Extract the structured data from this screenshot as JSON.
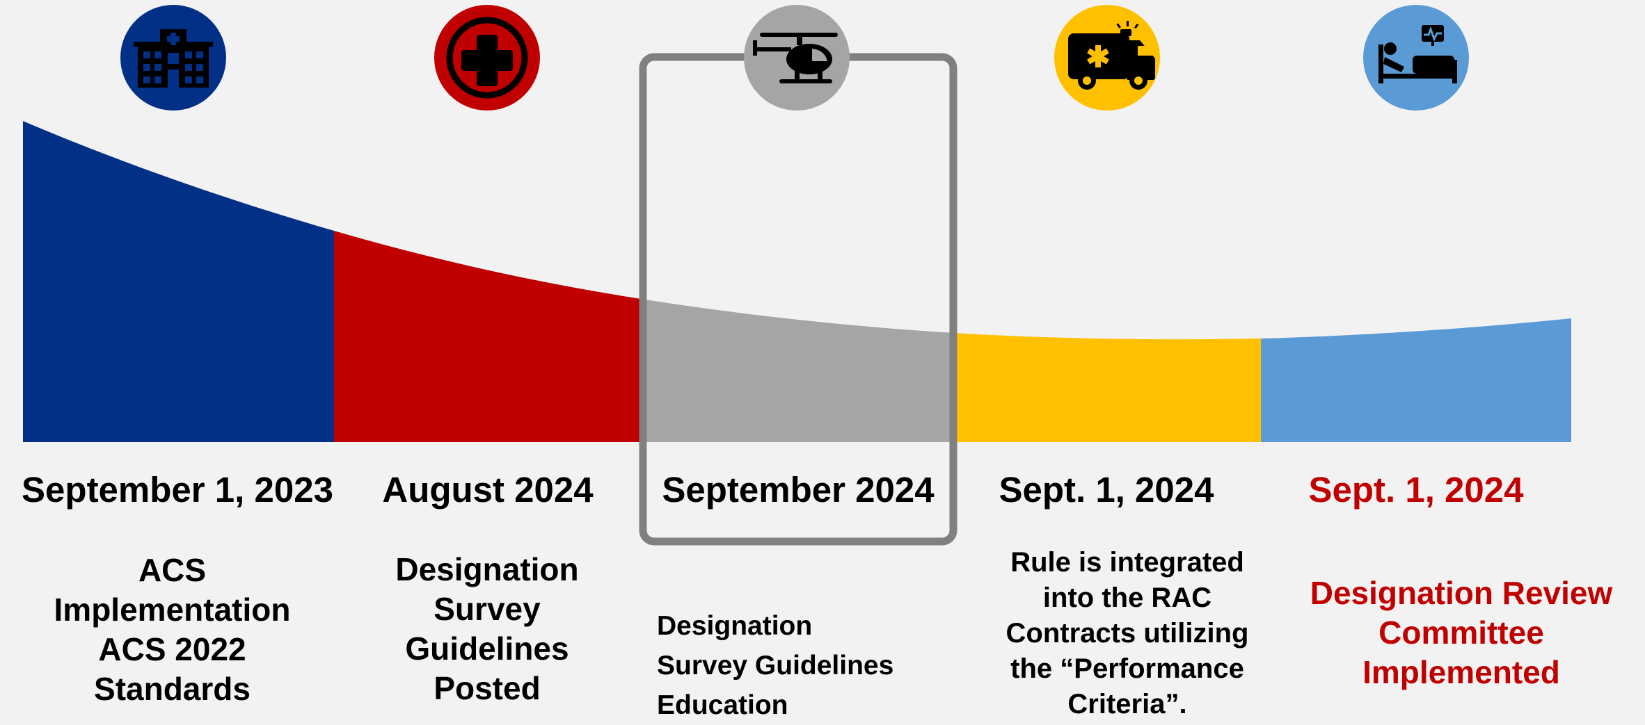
{
  "colors": {
    "background": "#f2f2f2",
    "blue": "#033087",
    "red": "#c00000",
    "gray": "#a5a5a5",
    "yellow": "#ffc000",
    "light_blue": "#5b9bd5",
    "highlight_frame": "#808080",
    "red_text": "#c00000"
  },
  "milestones": [
    {
      "icon": "hospital-building-icon",
      "date": "September 1, 2023",
      "description": [
        "ACS",
        "Implementation",
        "ACS 2022",
        "Standards"
      ]
    },
    {
      "icon": "medical-cross-icon",
      "date": "August 2024",
      "description": [
        "Designation",
        "Survey",
        "Guidelines",
        "Posted"
      ]
    },
    {
      "icon": "helicopter-icon",
      "date": "September 2024",
      "description": [
        "Designation",
        "Survey Guidelines",
        "Education"
      ],
      "highlighted": true
    },
    {
      "icon": "ambulance-icon",
      "date": "Sept. 1, 2024",
      "description": [
        "Rule is integrated",
        "into the RAC",
        "Contracts utilizing",
        "the “Performance",
        "Criteria”."
      ]
    },
    {
      "icon": "patient-bed-icon",
      "date": "Sept. 1, 2024",
      "description": [
        "Designation Review",
        "Committee",
        "Implemented"
      ],
      "emphasis": "red"
    }
  ]
}
